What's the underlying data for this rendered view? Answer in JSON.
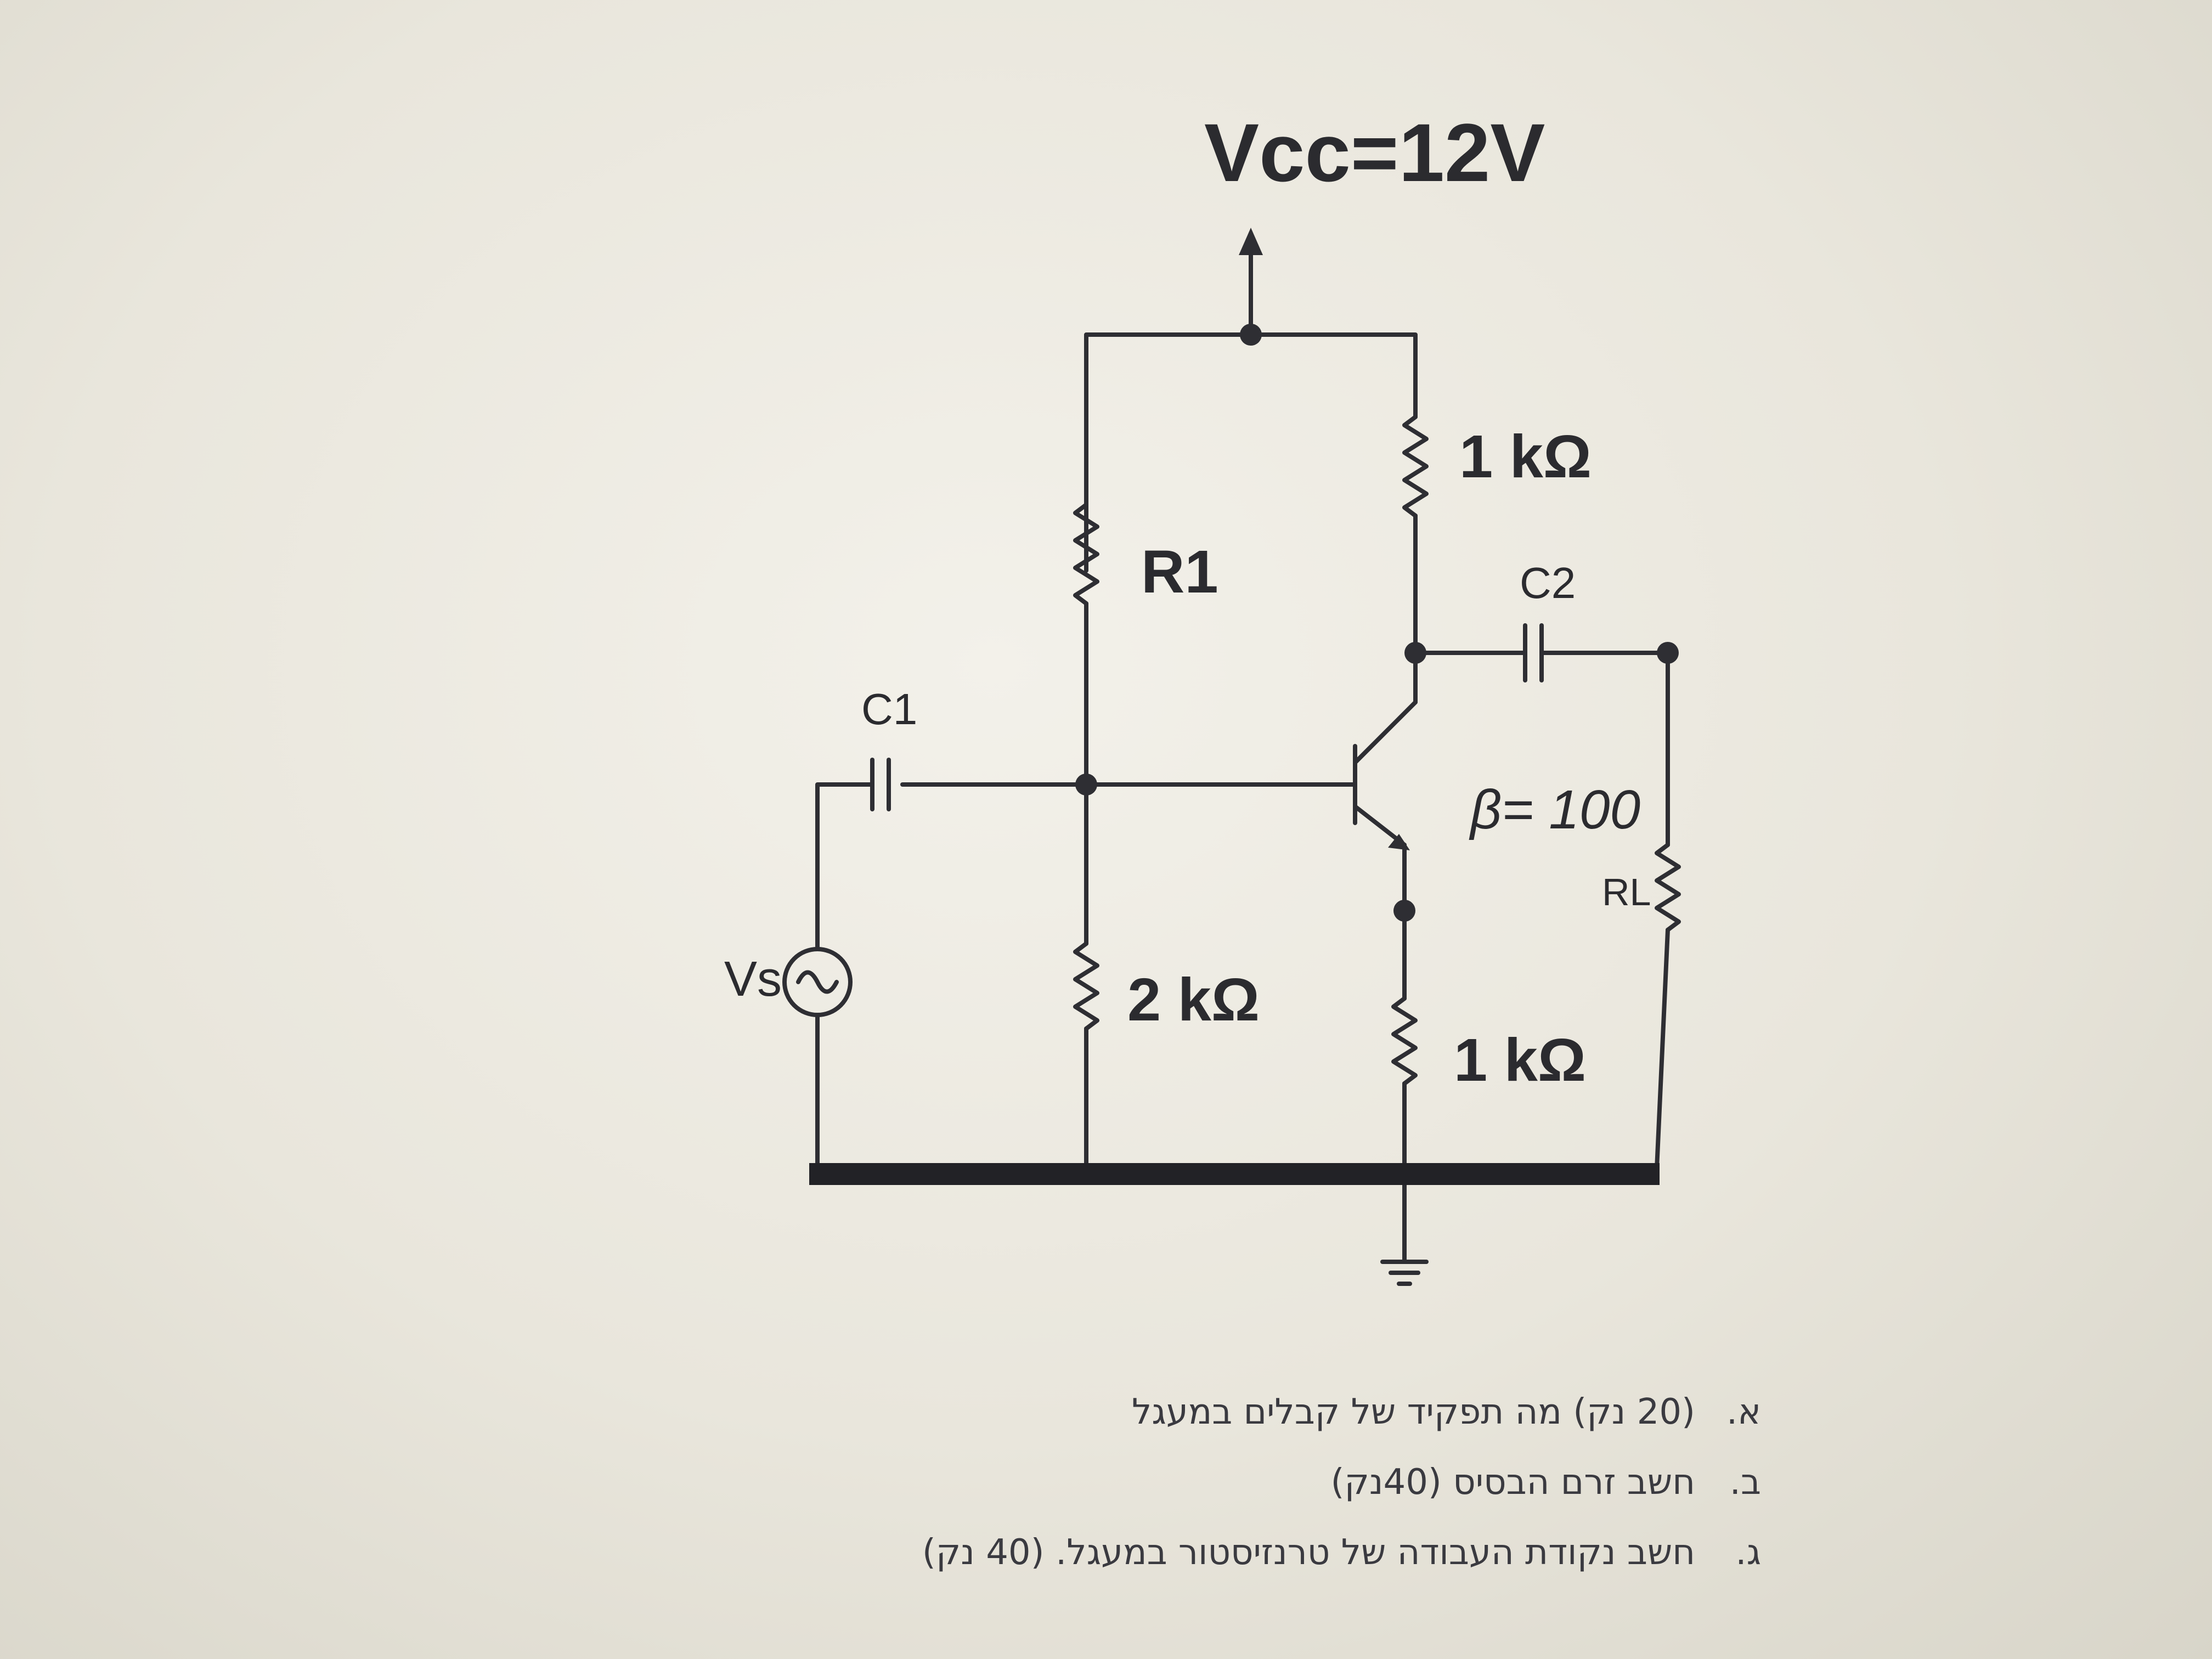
{
  "circuit": {
    "supply_label": "Vcc=12V",
    "r1_label": "R1",
    "rc_label": "1 kΩ",
    "r2_label": "2 kΩ",
    "re_label": "1 kΩ",
    "c1_label": "C1",
    "c2_label": "C2",
    "beta_label": "β= 100",
    "rl_label": "RL",
    "vs_label": "Vs"
  },
  "questions": [
    {
      "letter": "א.",
      "text": "(20 נק) מה תפקיד של קבלים במעגל"
    },
    {
      "letter": "ב.",
      "text": "חשב זרם הבסיס (40נק)"
    },
    {
      "letter": "ג.",
      "text": "חשב נקודת העבודה של טרנזיסטור במעגל. (40 נק)"
    }
  ]
}
